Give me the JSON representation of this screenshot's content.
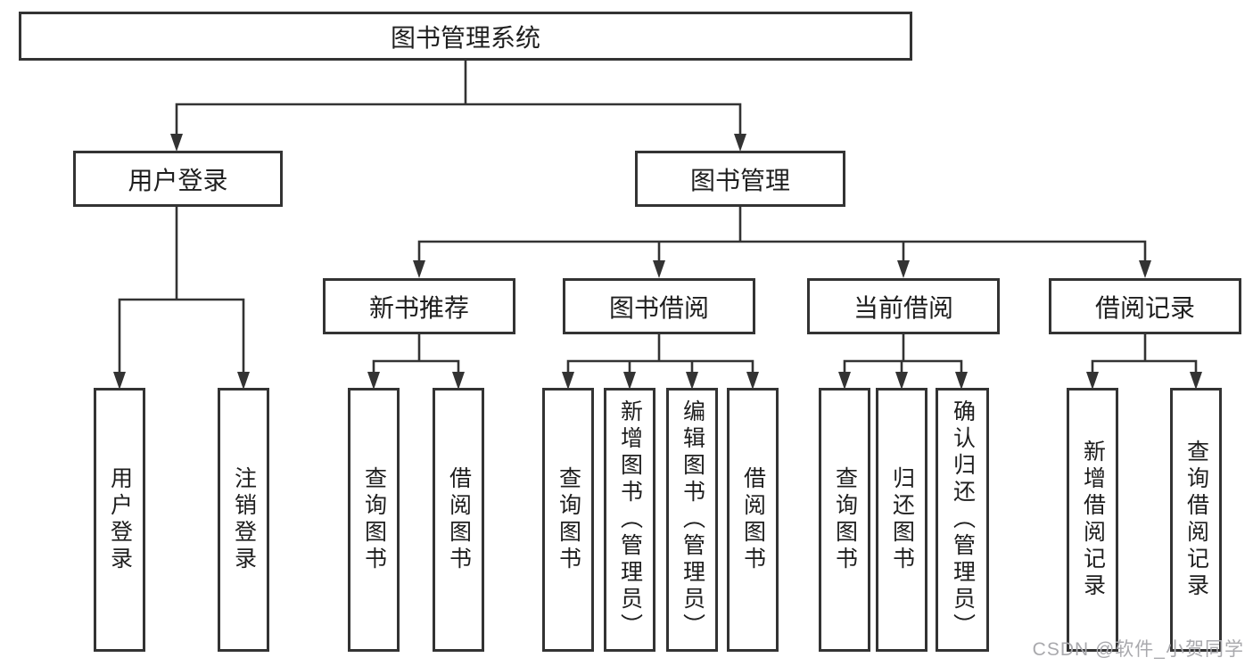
{
  "tree": {
    "root": {
      "label": "图书管理系统"
    },
    "branches": [
      {
        "label": "用户登录",
        "children": [
          {
            "label": "用户登录"
          },
          {
            "label": "注销登录"
          }
        ]
      },
      {
        "label": "图书管理",
        "children": [
          {
            "label": "新书推荐",
            "children": [
              {
                "label": "查询图书"
              },
              {
                "label": "借阅图书"
              }
            ]
          },
          {
            "label": "图书借阅",
            "children": [
              {
                "label": "查询图书"
              },
              {
                "label": "新增图书（管理员）"
              },
              {
                "label": "编辑图书（管理员）"
              },
              {
                "label": "借阅图书"
              }
            ]
          },
          {
            "label": "当前借阅",
            "children": [
              {
                "label": "查询图书"
              },
              {
                "label": "归还图书"
              },
              {
                "label": "确认归还（管理员）"
              }
            ]
          },
          {
            "label": "借阅记录",
            "children": [
              {
                "label": "新增借阅记录"
              },
              {
                "label": "查询借阅记录"
              }
            ]
          }
        ]
      }
    ]
  },
  "watermark": {
    "text": "CSDN @软件_小贺同学"
  },
  "colors": {
    "line": "#333333",
    "box_border": "#333333",
    "text": "#1e1e1e",
    "watermark": "#a9a9ad",
    "background": "#ffffff"
  }
}
